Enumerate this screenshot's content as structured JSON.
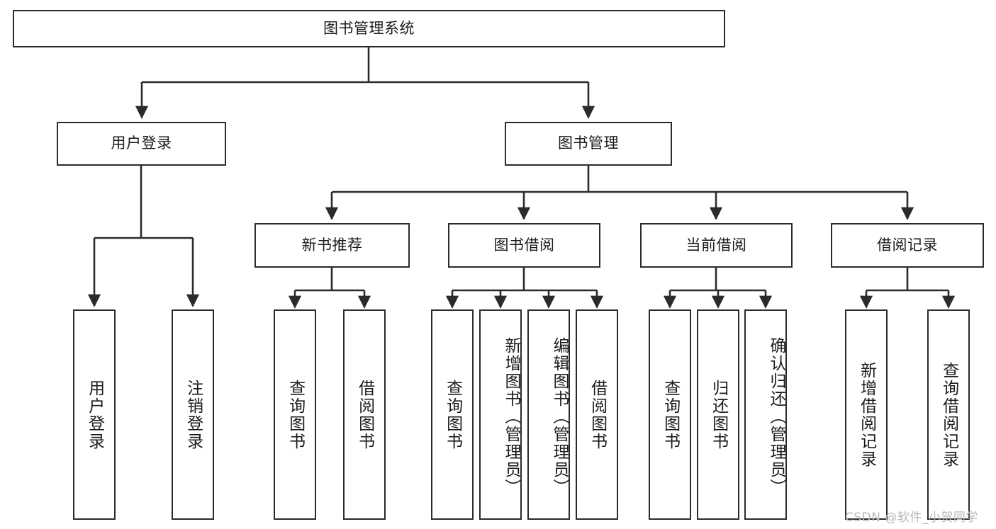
{
  "diagram": {
    "title": "图书管理系统",
    "type": "tree-hierarchy",
    "orientation": "top-down",
    "colors": {
      "box_stroke": "#2b2b2b",
      "box_fill": "#ffffff",
      "edge": "#2b2b2b",
      "text": "#1b1b1b",
      "background": "#ffffff",
      "watermark": "#b9b9b9"
    }
  },
  "root": {
    "label": "图书管理系统"
  },
  "level2": [
    {
      "label": "用户登录"
    },
    {
      "label": "图书管理"
    }
  ],
  "level3": [
    {
      "label": "新书推荐"
    },
    {
      "label": "图书借阅"
    },
    {
      "label": "当前借阅"
    },
    {
      "label": "借阅记录"
    }
  ],
  "leaves": {
    "user_login": [
      {
        "label": "用户登录"
      },
      {
        "label": "注销登录"
      }
    ],
    "new_book_recommend": [
      {
        "label": "查询图书"
      },
      {
        "label": "借阅图书"
      }
    ],
    "book_borrow": [
      {
        "label": "查询图书"
      },
      {
        "label": "新增图书（管理员）"
      },
      {
        "label": "编辑图书（管理员）"
      },
      {
        "label": "借阅图书"
      }
    ],
    "current_borrow": [
      {
        "label": "查询图书"
      },
      {
        "label": "归还图书"
      },
      {
        "label": "确认归还（管理员）"
      }
    ],
    "borrow_record": [
      {
        "label": "新增借阅记录"
      },
      {
        "label": "查询借阅记录"
      }
    ]
  },
  "watermark": {
    "text": "CSDN @软件_小贺同学"
  }
}
